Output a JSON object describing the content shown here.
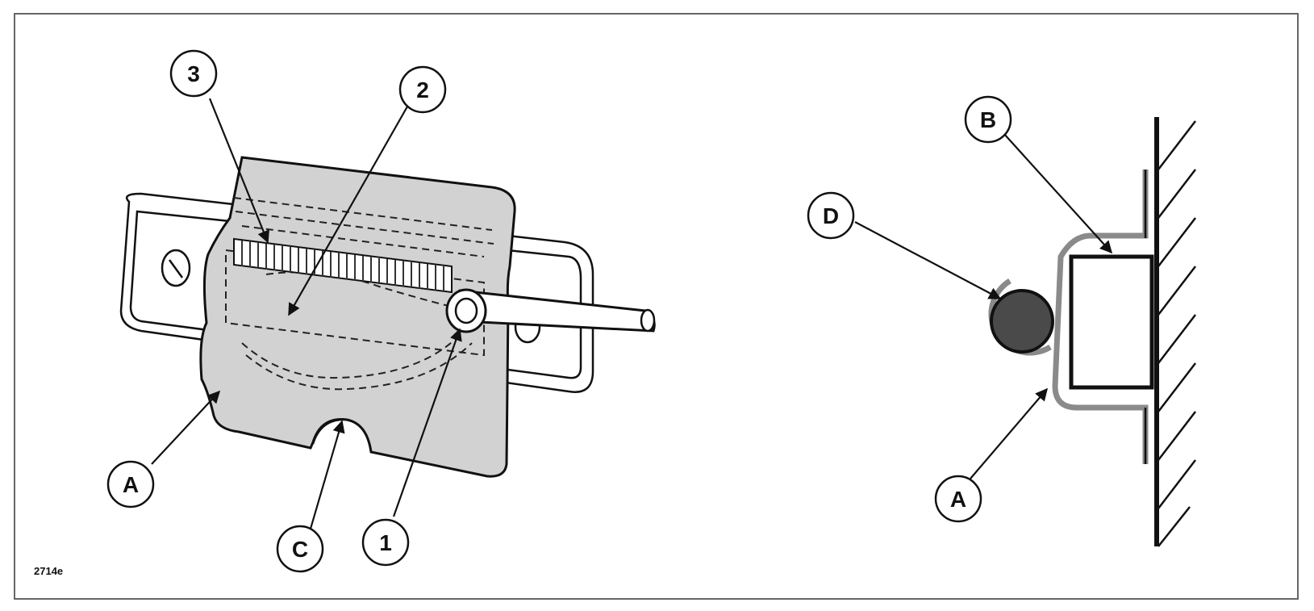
{
  "figure_ref": "2714e",
  "callouts": {
    "one": "1",
    "two": "2",
    "three": "3",
    "a_left": "A",
    "c": "C",
    "b": "B",
    "d": "D",
    "a_right": "A"
  },
  "colors": {
    "shield_fill": "#d2d2d2",
    "grommet_fill": "#4a4a4a",
    "outline": "#111111",
    "clip_outline": "#8a8a8a"
  }
}
